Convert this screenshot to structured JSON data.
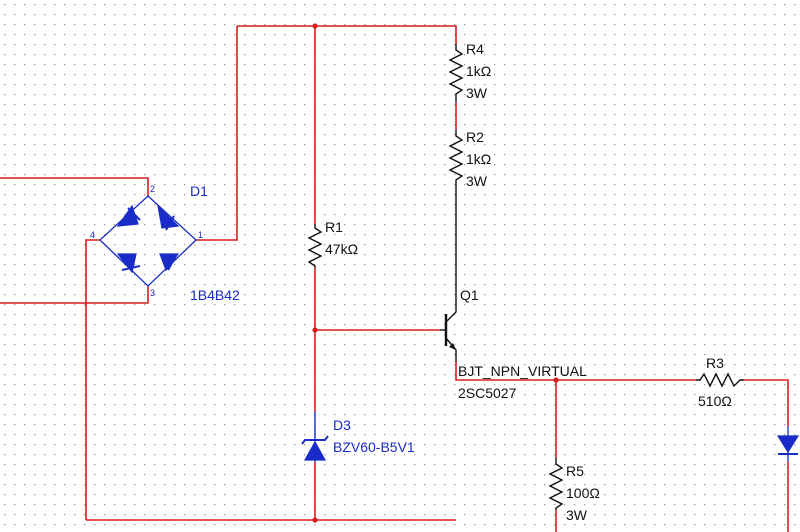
{
  "colors": {
    "wire": "#d81e1e",
    "component": "#111111",
    "diode_blue": "#1a2cc8",
    "grid_dot": "#9a9a9a",
    "background": "#ffffff"
  },
  "components": {
    "r4": {
      "ref": "R4",
      "value": "1kΩ",
      "power": "3W"
    },
    "r2": {
      "ref": "R2",
      "value": "1kΩ",
      "power": "3W"
    },
    "r1": {
      "ref": "R1",
      "value": "47kΩ"
    },
    "r3": {
      "ref": "R3",
      "value": "510Ω"
    },
    "r5": {
      "ref": "R5",
      "value": "100Ω",
      "power": "3W"
    },
    "d1": {
      "ref": "D1",
      "part": "1B4B42",
      "pins": [
        "2",
        "1",
        "4",
        "3"
      ]
    },
    "d3": {
      "ref": "D3",
      "part": "BZV60-B5V1"
    },
    "q1": {
      "ref": "Q1",
      "model": "BJT_NPN_VIRTUAL",
      "part": "2SC5027"
    }
  }
}
